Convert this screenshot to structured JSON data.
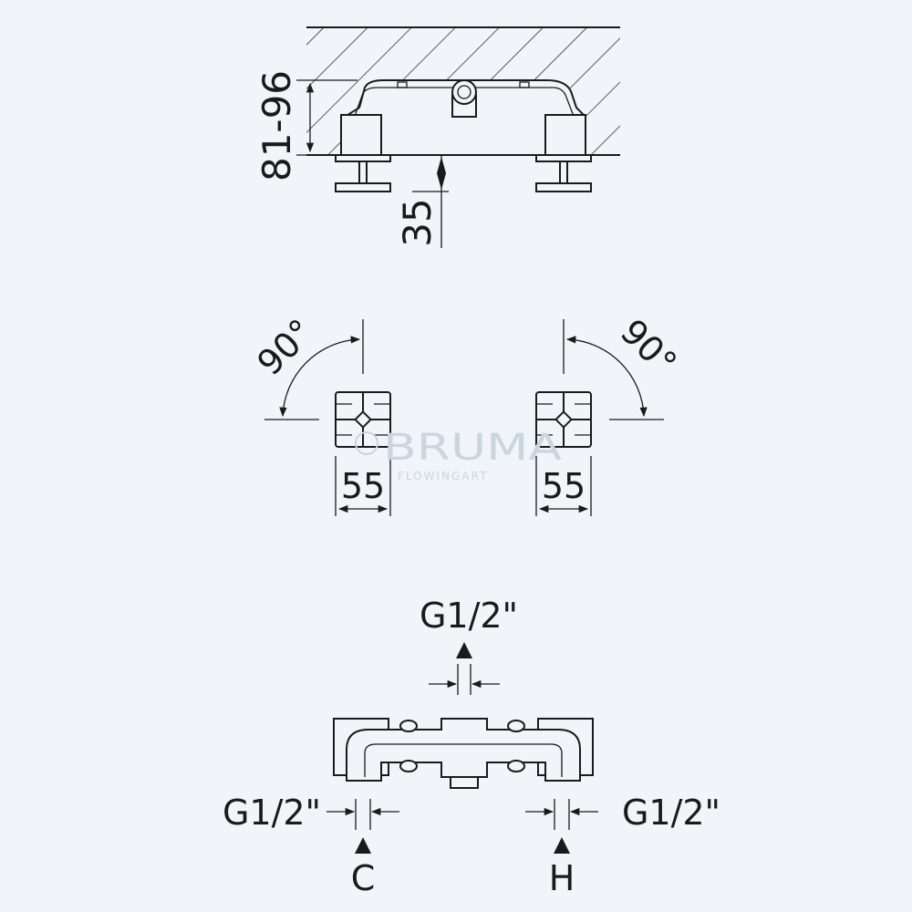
{
  "dimensions": {
    "depth_range": "81-96",
    "projection": "35",
    "handle_left_width": "55",
    "handle_right_width": "55",
    "rotation_left": "90°",
    "rotation_right": "90°"
  },
  "connections": {
    "outlet_thread": "G1/2\"",
    "cold_thread": "G1/2\"",
    "hot_thread": "G1/2\"",
    "cold_label": "C",
    "hot_label": "H"
  },
  "watermark": {
    "brand": "BRUMA",
    "tagline": "FLOWINGART"
  }
}
